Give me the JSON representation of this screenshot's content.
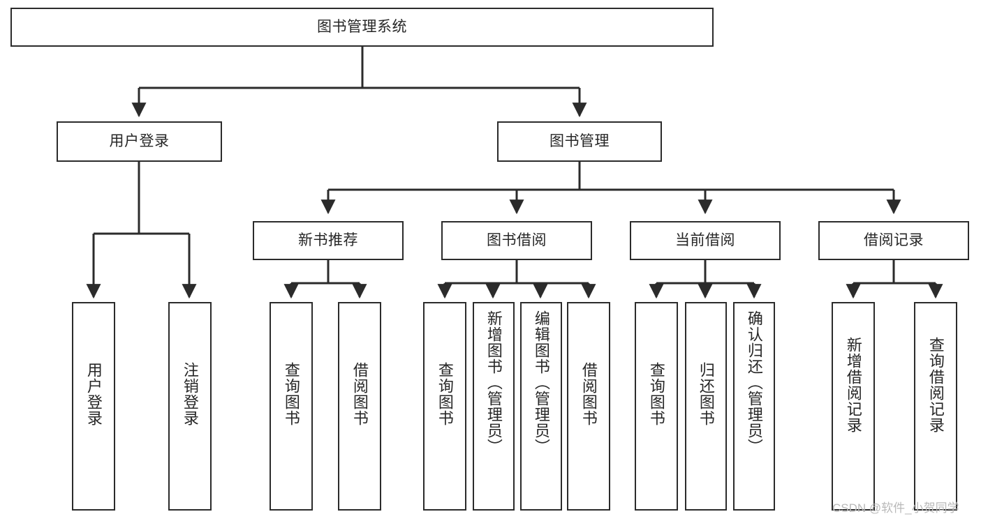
{
  "diagram": {
    "title": "图书管理系统",
    "type": "tree",
    "root": {
      "id": "root",
      "label": "图书管理系统"
    },
    "level2": [
      {
        "id": "user-login",
        "label": "用户登录"
      },
      {
        "id": "book-manage",
        "label": "图书管理"
      }
    ],
    "level3": [
      {
        "id": "new-book-recommend",
        "label": "新书推荐"
      },
      {
        "id": "book-borrow",
        "label": "图书借阅"
      },
      {
        "id": "current-borrow",
        "label": "当前借阅"
      },
      {
        "id": "borrow-record",
        "label": "借阅记录"
      }
    ],
    "leaves": {
      "user_login": [
        {
          "id": "leaf-user-login",
          "label": "用户登录"
        },
        {
          "id": "leaf-logout",
          "label": "注销登录"
        }
      ],
      "new_book_recommend": [
        {
          "id": "leaf-query-book-1",
          "label": "查询图书"
        },
        {
          "id": "leaf-borrow-book-1",
          "label": "借阅图书"
        }
      ],
      "book_borrow": [
        {
          "id": "leaf-query-book-2",
          "label": "查询图书"
        },
        {
          "id": "leaf-add-book",
          "label": "新增图书（管理员）"
        },
        {
          "id": "leaf-edit-book",
          "label": "编辑图书（管理员）"
        },
        {
          "id": "leaf-borrow-book-2",
          "label": "借阅图书"
        }
      ],
      "current_borrow": [
        {
          "id": "leaf-query-book-3",
          "label": "查询图书"
        },
        {
          "id": "leaf-return-book",
          "label": "归还图书"
        },
        {
          "id": "leaf-confirm-return",
          "label": "确认归还（管理员）"
        }
      ],
      "borrow_record": [
        {
          "id": "leaf-add-record",
          "label": "新增借阅记录"
        },
        {
          "id": "leaf-query-record",
          "label": "查询借阅记录"
        }
      ]
    }
  },
  "watermark": {
    "text": "CSDN @软件_小贺同学"
  },
  "colors": {
    "stroke": "#2b2b2b",
    "background": "#ffffff",
    "text": "#262626",
    "watermark": "#b9b9b9"
  }
}
